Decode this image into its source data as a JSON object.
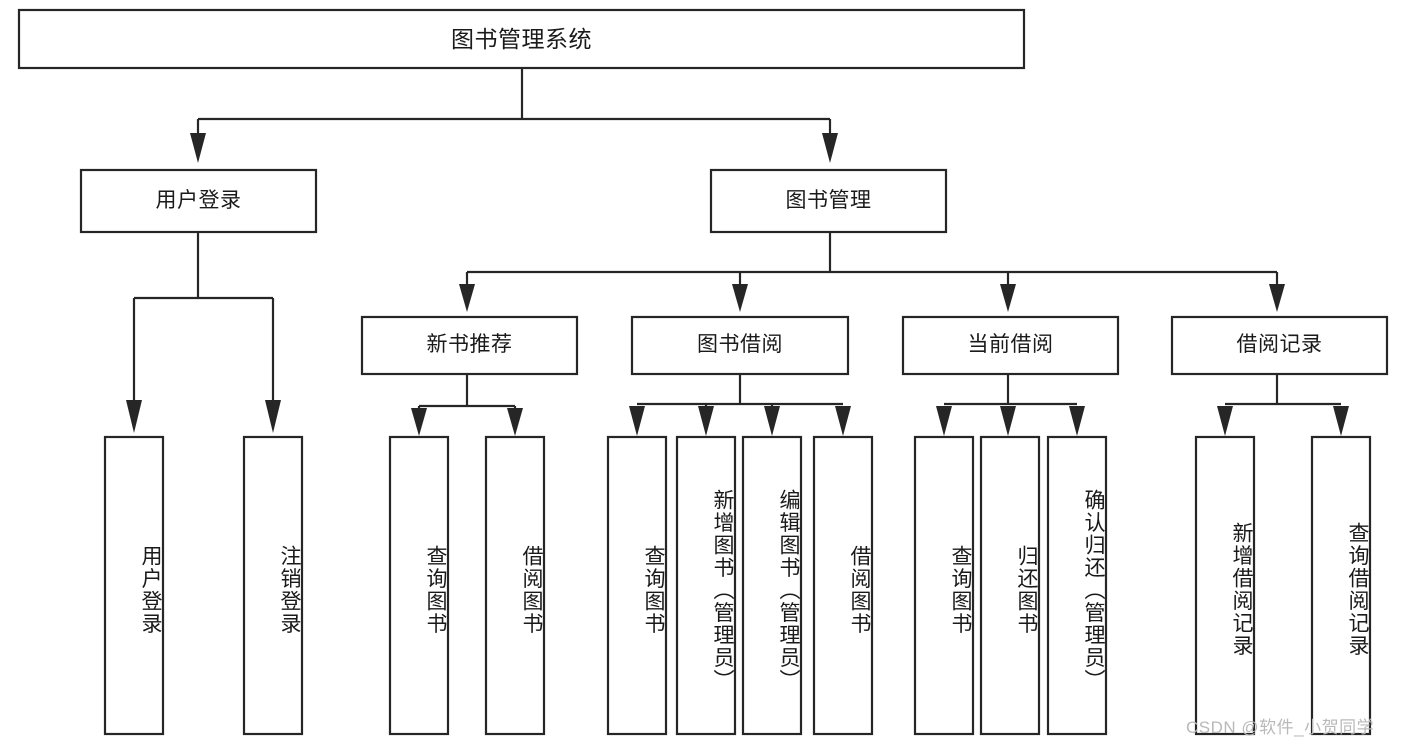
{
  "diagram": {
    "title": "图书管理系统",
    "type": "hierarchy-tree",
    "levels": 4,
    "root": {
      "id": "root",
      "label": "图书管理系统",
      "orientation": "horizontal"
    },
    "level2": [
      {
        "id": "user-login",
        "label": "用户登录",
        "orientation": "horizontal"
      },
      {
        "id": "book-management",
        "label": "图书管理",
        "orientation": "horizontal"
      }
    ],
    "level3": [
      {
        "id": "new-book-recommend",
        "label": "新书推荐",
        "orientation": "horizontal",
        "parent": "book-management"
      },
      {
        "id": "book-borrow",
        "label": "图书借阅",
        "orientation": "horizontal",
        "parent": "book-management"
      },
      {
        "id": "current-borrow",
        "label": "当前借阅",
        "orientation": "horizontal",
        "parent": "book-management"
      },
      {
        "id": "borrow-record",
        "label": "借阅记录",
        "orientation": "horizontal",
        "parent": "book-management"
      }
    ],
    "leaves": [
      {
        "id": "leaf-user-login",
        "label": "用户登录",
        "orientation": "vertical",
        "parent": "user-login"
      },
      {
        "id": "leaf-logout-login",
        "label": "注销登录",
        "orientation": "vertical",
        "parent": "user-login"
      },
      {
        "id": "leaf-query-book-1",
        "label": "查询图书",
        "orientation": "vertical",
        "parent": "new-book-recommend"
      },
      {
        "id": "leaf-borrow-book-1",
        "label": "借阅图书",
        "orientation": "vertical",
        "parent": "new-book-recommend"
      },
      {
        "id": "leaf-query-book-2",
        "label": "查询图书",
        "orientation": "vertical",
        "parent": "book-borrow"
      },
      {
        "id": "leaf-add-book",
        "label": "新增图书（管理员）",
        "orientation": "vertical",
        "parent": "book-borrow"
      },
      {
        "id": "leaf-edit-book",
        "label": "编辑图书（管理员）",
        "orientation": "vertical",
        "parent": "book-borrow"
      },
      {
        "id": "leaf-borrow-book-2",
        "label": "借阅图书",
        "orientation": "vertical",
        "parent": "book-borrow"
      },
      {
        "id": "leaf-query-book-3",
        "label": "查询图书",
        "orientation": "vertical",
        "parent": "current-borrow"
      },
      {
        "id": "leaf-return-book",
        "label": "归还图书",
        "orientation": "vertical",
        "parent": "current-borrow"
      },
      {
        "id": "leaf-confirm-return",
        "label": "确认归还（管理员）",
        "orientation": "vertical",
        "parent": "current-borrow"
      },
      {
        "id": "leaf-add-record",
        "label": "新增借阅记录",
        "orientation": "vertical",
        "parent": "borrow-record"
      },
      {
        "id": "leaf-query-record",
        "label": "查询借阅记录",
        "orientation": "vertical",
        "parent": "borrow-record"
      }
    ],
    "colors": {
      "stroke": "#262626",
      "fill": "#ffffff",
      "text": "#1a1a1a",
      "watermark": "#b9b9b9"
    }
  },
  "watermark": {
    "text": "CSDN @软件_小贺同学"
  }
}
